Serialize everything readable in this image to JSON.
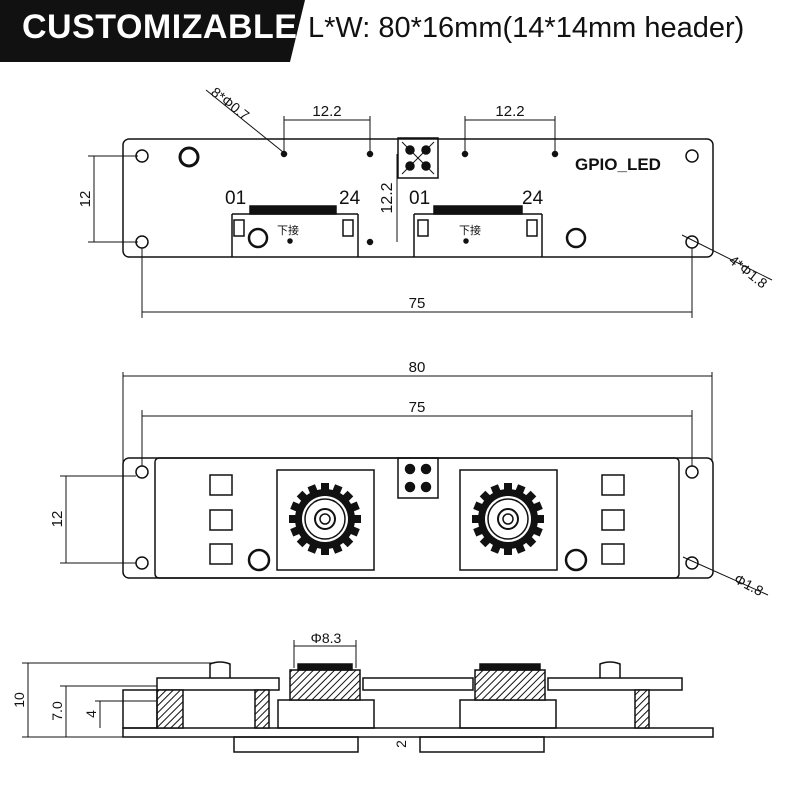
{
  "header": {
    "badge": "CUSTOMIZABLE",
    "spec": "L*W: 80*16mm(14*14mm header)"
  },
  "top_view": {
    "dim_mount_hole": "8*Φ0.7",
    "dim_pitch_left": "12.2",
    "dim_pitch_right": "12.2",
    "dim_height_left": "12",
    "dim_height_center": "12.2",
    "pin_first_left": "01",
    "pin_last_left": "24",
    "pin_first_right": "01",
    "pin_last_right": "24",
    "connector_mark_left": "下接",
    "connector_mark_right": "下接",
    "silkscreen": "GPIO_LED",
    "dim_holes": "4*Φ1.8",
    "dim_width_75": "75"
  },
  "front_view": {
    "dim_width_80": "80",
    "dim_width_75": "75",
    "dim_height": "12",
    "dim_hole": "Φ1.8"
  },
  "side_view": {
    "dim_lens": "Φ8.3",
    "dim_total_height": "10",
    "dim_height_7": "7.0",
    "dim_height_4": "4",
    "dim_board": "2"
  }
}
